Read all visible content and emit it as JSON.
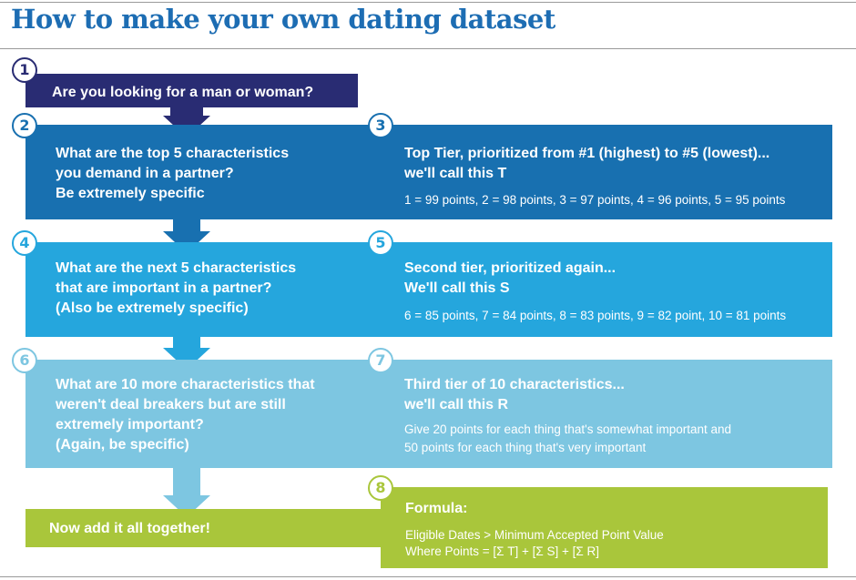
{
  "title": "How to make your own dating dataset",
  "colors": {
    "title": "#1d6db3",
    "step1": "#292c73",
    "step2": "#1870b0",
    "step4": "#25a6dd",
    "step6": "#7dc6e1",
    "step8": "#a9c63b"
  },
  "steps": [
    {
      "number": "1",
      "text": "Are you looking for a man or woman?"
    },
    {
      "number": "2",
      "lines": [
        "What are the top 5 characteristics",
        "you demand in a partner?",
        "Be extremely specific"
      ]
    },
    {
      "number": "3",
      "lines": [
        "Top Tier, prioritized from #1 (highest) to #5 (lowest)...",
        "we'll call this T"
      ],
      "detail": "1 = 99 points, 2 = 98 points, 3 = 97 points, 4 = 96 points, 5 = 95 points"
    },
    {
      "number": "4",
      "lines": [
        "What are the next 5 characteristics",
        "that are important in a partner?",
        "(Also be extremely specific)"
      ]
    },
    {
      "number": "5",
      "lines": [
        "Second tier, prioritized again...",
        "We'll call this S"
      ],
      "detail": "6 = 85 points, 7 = 84 points, 8 = 83 points, 9 = 82 point, 10 = 81 points"
    },
    {
      "number": "6",
      "lines": [
        "What are 10 more characteristics that",
        "weren't deal breakers but are still",
        "extremely important?",
        "(Again, be specific)"
      ]
    },
    {
      "number": "7",
      "lines": [
        "Third tier of 10 characteristics...",
        "we'll call this R"
      ],
      "details": [
        "Give 20 points for each thing that's somewhat important and",
        "50 points for each thing that's very important"
      ]
    },
    {
      "number": "8",
      "heading": "Formula:",
      "details": [
        "Eligible Dates > Minimum Accepted Point Value",
        "Where Points = [Σ T] + [Σ S] + [Σ R]"
      ]
    }
  ],
  "final": "Now add it all together!"
}
